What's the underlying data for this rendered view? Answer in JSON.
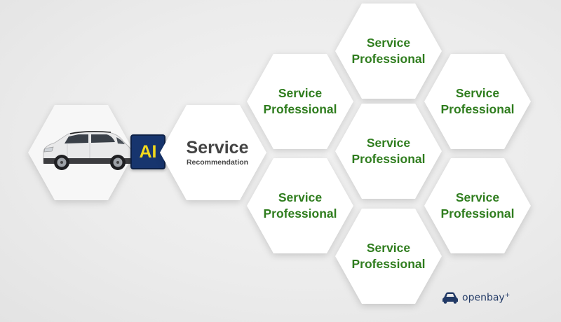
{
  "ai_badge": "AI",
  "service_hex": {
    "title": "Service",
    "subtitle": "Recommendation"
  },
  "professionals": [
    {
      "line1": "Service",
      "line2": "Professional"
    },
    {
      "line1": "Service",
      "line2": "Professional"
    },
    {
      "line1": "Service",
      "line2": "Professional"
    },
    {
      "line1": "Service",
      "line2": "Professional"
    },
    {
      "line1": "Service",
      "line2": "Professional"
    },
    {
      "line1": "Service",
      "line2": "Professional"
    },
    {
      "line1": "Service",
      "line2": "Professional"
    }
  ],
  "logo": {
    "name": "openbay",
    "sup": "+",
    "icon": "car-icon"
  },
  "colors": {
    "green_text": "#2f7d1e",
    "badge_bg": "#17356e",
    "badge_text": "#f2d91c",
    "logo": "#223a66"
  }
}
